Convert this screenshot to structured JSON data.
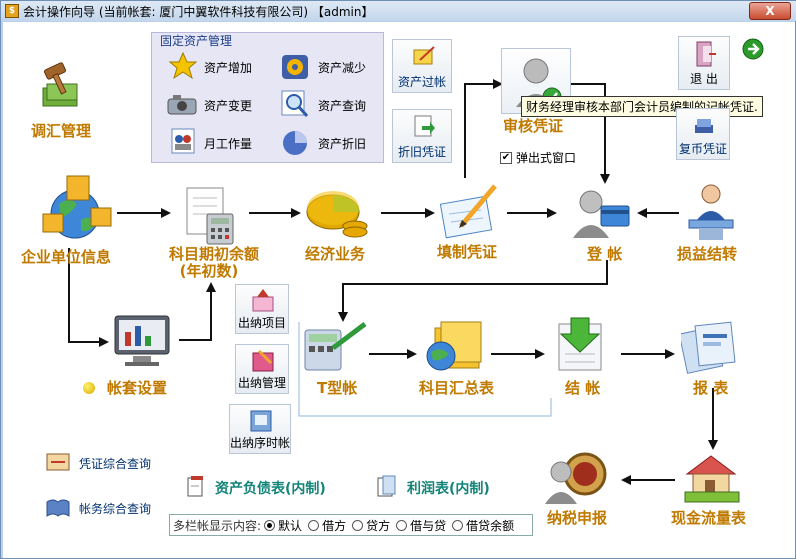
{
  "window": {
    "title": "会计操作向导 (当前帐套: 厦门中翼软件科技有限公司) 【admin】",
    "close_label": "X"
  },
  "fixed_asset": {
    "group_title": "固定资产管理",
    "items": [
      {
        "label": "资产增加",
        "icon": "star-icon"
      },
      {
        "label": "资产减少",
        "icon": "gear-clock-icon"
      },
      {
        "label": "资产变更",
        "icon": "camera-icon"
      },
      {
        "label": "资产查询",
        "icon": "magnifier-icon"
      },
      {
        "label": "月工作量",
        "icon": "people-icon"
      },
      {
        "label": "资产折旧",
        "icon": "pie-icon"
      }
    ]
  },
  "asset_post": {
    "label": "资产过帐"
  },
  "depr_voucher": {
    "label": "折旧凭证"
  },
  "exit": {
    "label": "退 出"
  },
  "restore_voucher": {
    "label": "复币凭证"
  },
  "review": {
    "label": "审核凭证",
    "tooltip": "财务经理审核本部门会计员编制的记帐凭证.",
    "popup_label": "弹出式窗口",
    "popup_checked": true
  },
  "flow": {
    "adjust": "调汇管理",
    "company_info": "企业单位信息",
    "opening_balance_1": "科目期初余额",
    "opening_balance_2": "(年初数)",
    "business": "经济业务",
    "fill_voucher": "填制凭证",
    "posting": "登 帐",
    "pl_transfer": "损益结转",
    "account_set": "帐套设置",
    "t_account": "T型帐",
    "subject_summary": "科目汇总表",
    "closing": "结 帐",
    "report": "报 表",
    "cash_flow": "现金流量表",
    "tax": "纳税申报"
  },
  "cashier": {
    "items": [
      "出纳项目",
      "出纳管理",
      "出纳序时帐"
    ]
  },
  "queries": {
    "voucher_query": "凭证综合查询",
    "ledger_query": "帐务综合查询"
  },
  "statements": {
    "balance_sheet": "资产负债表(内制)",
    "income": "利润表(内制)"
  },
  "multicol": {
    "label": "多栏帐显示内容:",
    "options": [
      "默认",
      "借方",
      "贷方",
      "借与贷",
      "借贷余额"
    ],
    "selected": "默认"
  }
}
